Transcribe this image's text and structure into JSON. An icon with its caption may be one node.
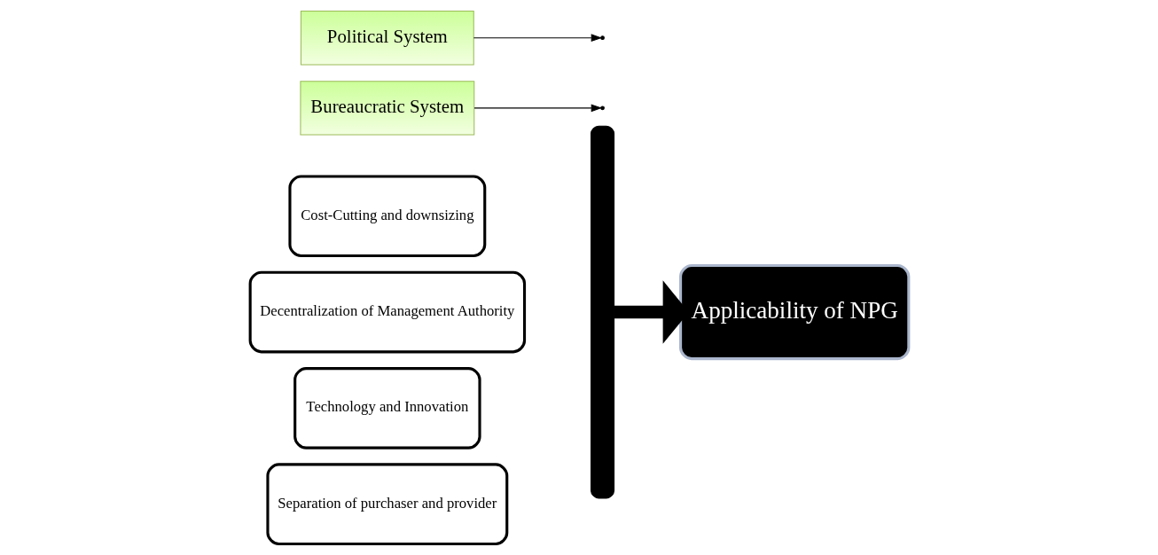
{
  "diagram": {
    "nodes": [
      {
        "text": [
          "Cost-Cutting and downsizing"
        ]
      },
      {
        "text": [
          "Decentralization of Management Authority"
        ]
      },
      {
        "text": [
          "Technology and Innovation"
        ]
      },
      {
        "text": [
          "Separation of purchaser and provider"
        ]
      },
      {
        "text": [],
        "shape": "bar"
      },
      {
        "text": [
          "Bureaucratic System"
        ]
      },
      {
        "text": [
          "Political System"
        ]
      },
      {
        "text": [
          "Applicability of NPG"
        ]
      }
    ],
    "edges": [
      {
        "from": 4,
        "to": 7,
        "arrow": "to",
        "style": "thick"
      },
      {
        "from": 5,
        "to": null,
        "arrow": "to"
      },
      {
        "from": 6,
        "to": null,
        "arrow": "to"
      }
    ]
  }
}
